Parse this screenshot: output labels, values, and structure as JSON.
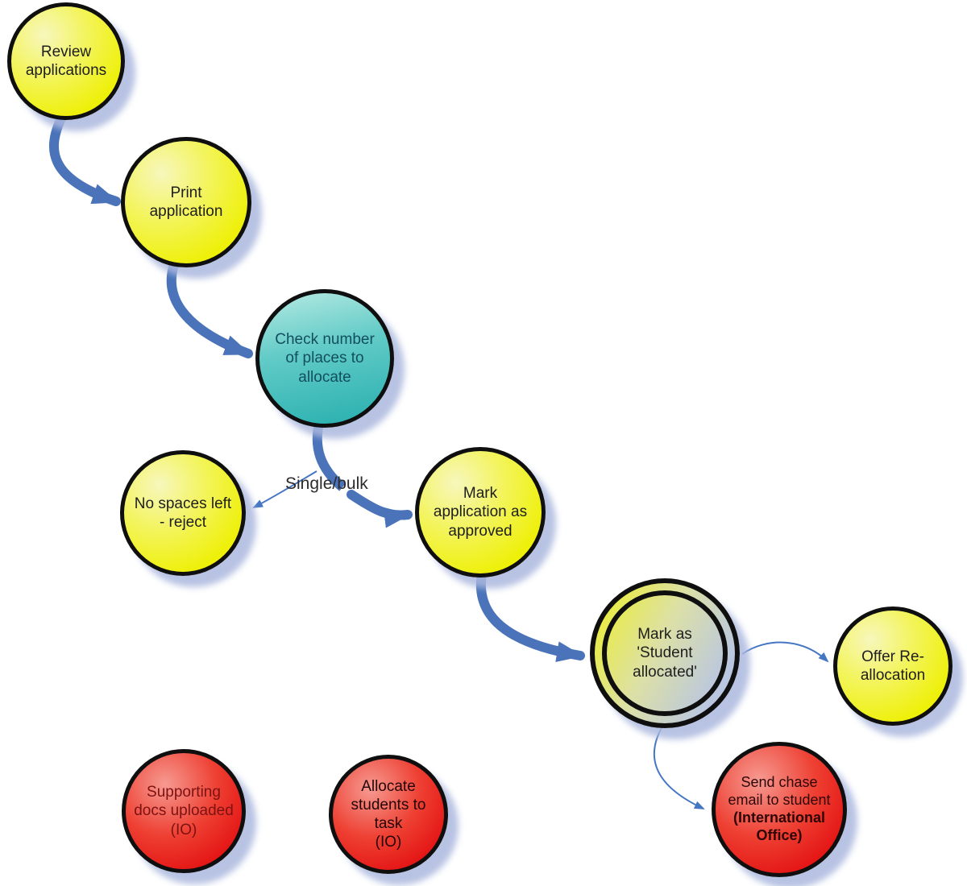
{
  "diagram_type": "flowchart",
  "decision_label": "Single/bulk",
  "nodes": {
    "review": {
      "label": "Review\napplications",
      "kind": "task"
    },
    "print": {
      "label": "Print\napplication",
      "kind": "task"
    },
    "check": {
      "label": "Check number\nof places to\nallocate",
      "kind": "decision"
    },
    "no_spaces": {
      "label": "No spaces left\n- reject",
      "kind": "task"
    },
    "approved": {
      "label": "Mark\napplication as\napproved",
      "kind": "task"
    },
    "student_allocated": {
      "label": "Mark as\n'Student\nallocated'",
      "kind": "milestone-double-ring"
    },
    "offer": {
      "label": "Offer Re-\nallocation",
      "kind": "task"
    },
    "supporting": {
      "label": "Supporting\ndocs uploaded\n(IO)",
      "kind": "external"
    },
    "allocate": {
      "label": "Allocate\nstudents to\ntask\n(IO)",
      "kind": "external"
    },
    "chase": {
      "label": "Send chase\nemail to student",
      "sublabel": "(International\nOffice)",
      "kind": "external"
    }
  },
  "edges": [
    {
      "from": "review",
      "to": "print",
      "style": "thick"
    },
    {
      "from": "print",
      "to": "check",
      "style": "thick"
    },
    {
      "from": "check",
      "to": "single_bulk_label",
      "style": "thick-stub"
    },
    {
      "from": "single_bulk_label",
      "to": "no_spaces",
      "style": "thin"
    },
    {
      "from": "single_bulk_label",
      "to": "approved",
      "style": "thick"
    },
    {
      "from": "approved",
      "to": "student_allocated",
      "style": "thick"
    },
    {
      "from": "student_allocated",
      "to": "offer",
      "style": "thin"
    },
    {
      "from": "student_allocated",
      "to": "chase",
      "style": "thin"
    }
  ],
  "colors": {
    "task_fill": "#f1f20a",
    "decision_fill": "#35b6b4",
    "external_fill": "#e81414",
    "allocated_fill_yellow": "#e9ed44",
    "allocated_fill_blue": "#b9c6e1",
    "arrow_blue": "#4a73ba",
    "node_border": "#0f0f0f",
    "shadow": "#acb9de",
    "background": "#ffffff"
  }
}
